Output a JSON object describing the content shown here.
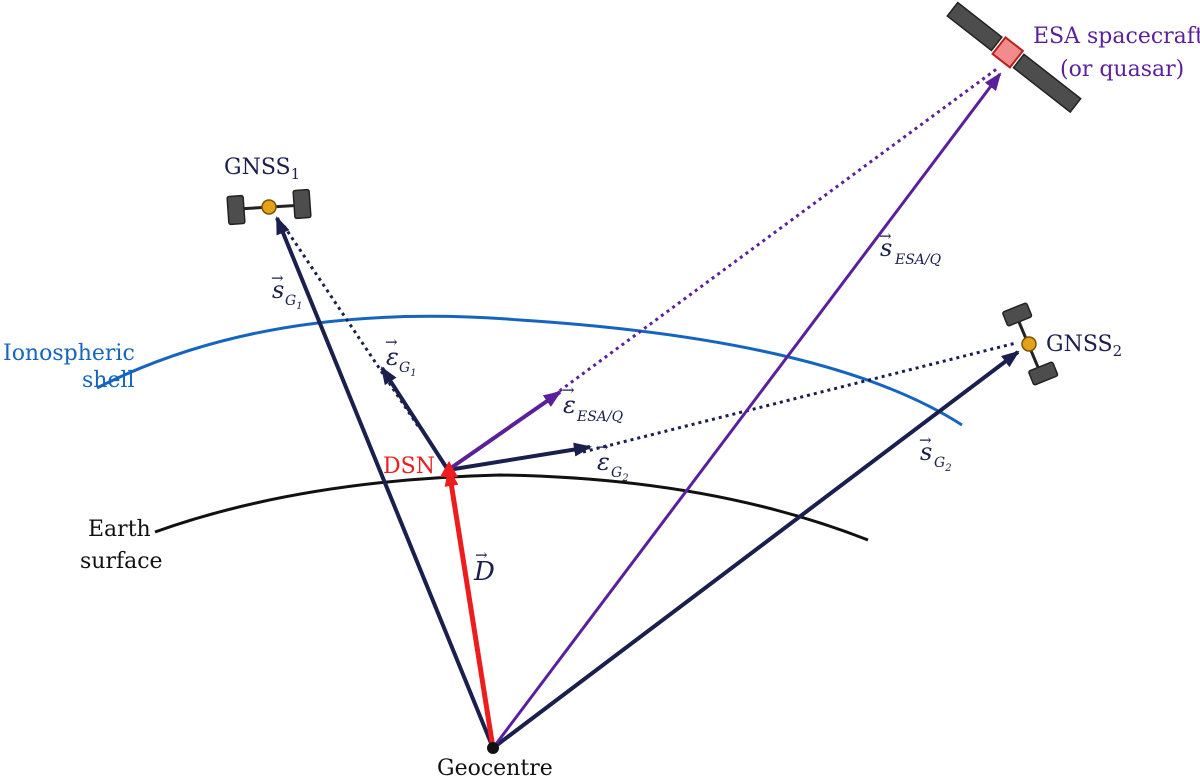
{
  "colors": {
    "navy": "#1a1f4d",
    "purple": "#5a1f9a",
    "red": "#ee1c1c",
    "blue": "#1565c0",
    "black": "#111111",
    "panel": "#4d4d4d",
    "bus": "#e3a21a"
  },
  "labels": {
    "gnss1_main": "GNSS",
    "gnss1_sub": "1",
    "gnss2_main": "GNSS",
    "gnss2_sub": "2",
    "esa_line1": "ESA spacecraft",
    "esa_line2": "(or quasar)",
    "iono_line1": "Ionospheric",
    "iono_line2": "shell",
    "earth_line1": "Earth",
    "earth_line2": "surface",
    "dsn": "DSN",
    "geocentre": "Geocentre"
  },
  "vectors": {
    "s_g1": {
      "symbol": "s",
      "sub_main": "G",
      "sub_sub": "1"
    },
    "s_g2": {
      "symbol": "s",
      "sub_main": "G",
      "sub_sub": "2"
    },
    "s_esa": {
      "symbol": "s",
      "sub_main": "ESA/Q"
    },
    "e_g1": {
      "symbol": "ε",
      "sub_main": "G",
      "sub_sub": "1"
    },
    "e_g2": {
      "symbol": "ε",
      "sub_main": "G",
      "sub_sub": "2"
    },
    "e_esa": {
      "symbol": "ε",
      "sub_main": "ESA/Q"
    },
    "d": {
      "symbol": "D"
    }
  }
}
